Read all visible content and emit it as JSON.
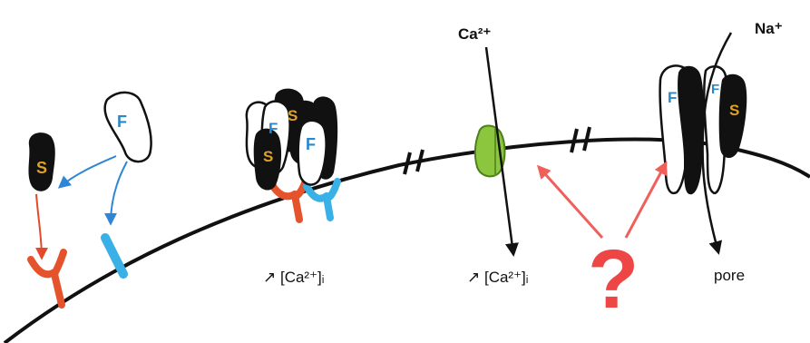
{
  "labels": {
    "ca_ion": "Ca²⁺",
    "na_ion": "Na⁺",
    "ca_conc_left": "↗ [Ca²⁺]ᵢ",
    "ca_conc_mid": "↗ [Ca²⁺]ᵢ",
    "pore": "pore",
    "question": "?"
  },
  "subunit_letters": {
    "slow": "S",
    "fast": "F"
  },
  "colors": {
    "s_subunit": "#111111",
    "f_subunit": "#ffffff",
    "s_letter": "#e0a224",
    "f_letter": "#2a88c8",
    "receptor_red": "#e5532d",
    "receptor_blue": "#39b0e6",
    "arrow_blue": "#2f86d6",
    "arrow_red": "#e3492a",
    "ca_channel": "#8cc63f",
    "question": "#ee4545"
  }
}
